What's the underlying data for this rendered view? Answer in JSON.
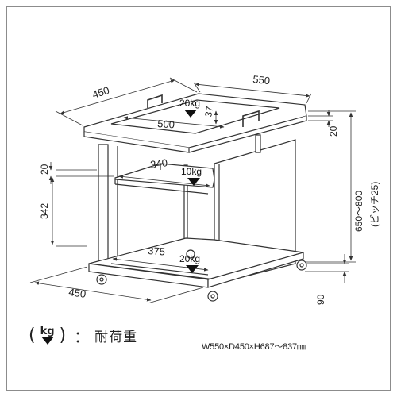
{
  "dimensions": {
    "top_depth": "450",
    "top_width": "550",
    "inner_width": "500",
    "notch_depth": "37",
    "top_thickness": "20",
    "height_range": "650～800",
    "pitch": "(ピッチ25)",
    "shelf_thickness": "20",
    "shelf_height": "342",
    "shelf_width": "340",
    "bottom_width": "375",
    "base_depth": "450",
    "caster_height": "90"
  },
  "loads": {
    "top": "20kg",
    "middle": "10kg",
    "bottom": "20kg"
  },
  "legend": {
    "unit": "kg",
    "colon": "：",
    "label": "耐荷重"
  },
  "size_text": "W550×D450×H687～837㎜"
}
